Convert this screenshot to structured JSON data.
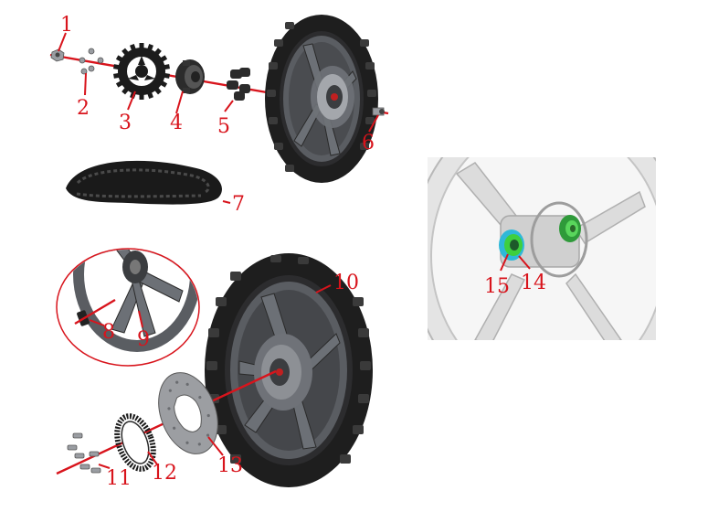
{
  "callouts": {
    "c1": "1",
    "c2": "2",
    "c3": "3",
    "c4": "4",
    "c5": "5",
    "c6": "6",
    "c7": "7",
    "c8": "8",
    "c9": "9",
    "c10": "10",
    "c11": "11",
    "c12": "12",
    "c13": "13",
    "c14": "14",
    "c15": "15"
  },
  "colors": {
    "callout": "#d8141c",
    "tire": "#1e1e1e",
    "rim": "#5a5d62",
    "bearing_highlight": "#3ecf3e",
    "bearing_cyan": "#2fb8d8"
  }
}
